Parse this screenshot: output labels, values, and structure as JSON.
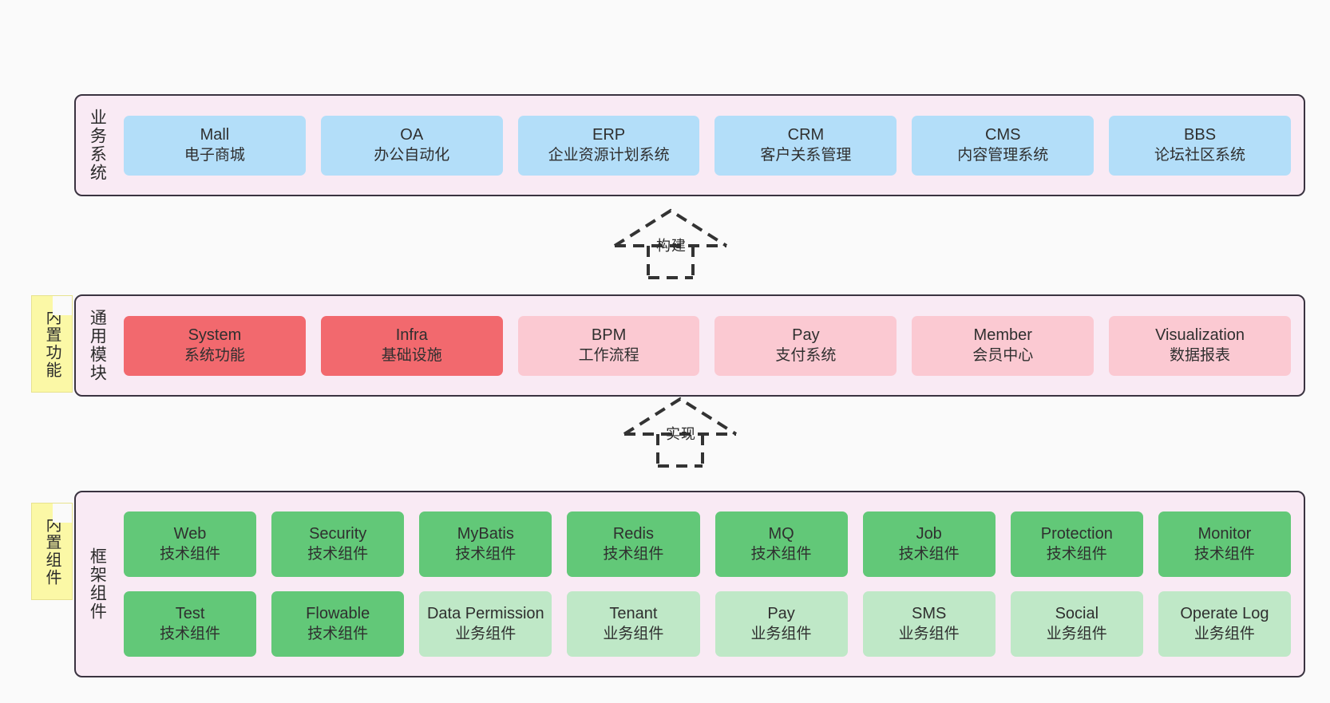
{
  "sections": [
    {
      "key": "business",
      "title": "业务系统",
      "rows": [
        {
          "cells": [
            {
              "name": "Mall",
              "sub": "电子商城",
              "color": "#b3def9"
            },
            {
              "name": "OA",
              "sub": "办公自动化",
              "color": "#b3def9"
            },
            {
              "name": "ERP",
              "sub": "企业资源计划系统",
              "color": "#b3def9"
            },
            {
              "name": "CRM",
              "sub": "客户关系管理",
              "color": "#b3def9"
            },
            {
              "name": "CMS",
              "sub": "内容管理系统",
              "color": "#b3def9"
            },
            {
              "name": "BBS",
              "sub": "论坛社区系统",
              "color": "#b3def9"
            }
          ]
        }
      ]
    },
    {
      "key": "common",
      "title": "通用模块",
      "note": "内置功能",
      "rows": [
        {
          "cells": [
            {
              "name": "System",
              "sub": "系统功能",
              "color": "#f2696e"
            },
            {
              "name": "Infra",
              "sub": "基础设施",
              "color": "#f2696e"
            },
            {
              "name": "BPM",
              "sub": "工作流程",
              "color": "#fbc9d2"
            },
            {
              "name": "Pay",
              "sub": "支付系统",
              "color": "#fbc9d2"
            },
            {
              "name": "Member",
              "sub": "会员中心",
              "color": "#fbc9d2"
            },
            {
              "name": "Visualization",
              "sub": "数据报表",
              "color": "#fbc9d2"
            }
          ]
        }
      ]
    },
    {
      "key": "framework",
      "title": "框架组件",
      "note": "内置组件",
      "rows": [
        {
          "cells": [
            {
              "name": "Web",
              "sub": "技术组件",
              "color": "#62c878"
            },
            {
              "name": "Security",
              "sub": "技术组件",
              "color": "#62c878"
            },
            {
              "name": "MyBatis",
              "sub": "技术组件",
              "color": "#62c878"
            },
            {
              "name": "Redis",
              "sub": "技术组件",
              "color": "#62c878"
            },
            {
              "name": "MQ",
              "sub": "技术组件",
              "color": "#62c878"
            },
            {
              "name": "Job",
              "sub": "技术组件",
              "color": "#62c878"
            },
            {
              "name": "Protection",
              "sub": "技术组件",
              "color": "#62c878"
            },
            {
              "name": "Monitor",
              "sub": "技术组件",
              "color": "#62c878"
            }
          ]
        },
        {
          "cells": [
            {
              "name": "Test",
              "sub": "技术组件",
              "color": "#62c878"
            },
            {
              "name": "Flowable",
              "sub": "技术组件",
              "color": "#62c878"
            },
            {
              "name": "Data Permission",
              "sub": "业务组件",
              "color": "#bfe8c7"
            },
            {
              "name": "Tenant",
              "sub": "业务组件",
              "color": "#bfe8c7"
            },
            {
              "name": "Pay",
              "sub": "业务组件",
              "color": "#bfe8c7"
            },
            {
              "name": "SMS",
              "sub": "业务组件",
              "color": "#bfe8c7"
            },
            {
              "name": "Social",
              "sub": "业务组件",
              "color": "#bfe8c7"
            },
            {
              "name": "Operate Log",
              "sub": "业务组件",
              "color": "#bfe8c7"
            }
          ]
        }
      ]
    }
  ],
  "arrows": [
    {
      "key": "build",
      "label": "构建"
    },
    {
      "key": "impl",
      "label": "实现"
    }
  ],
  "colors": {
    "canvas": "#fafafa",
    "section_fill": "#f9eaf4",
    "section_border": "#3a3340",
    "note_fill": "#fbf8a6",
    "note_fold": "#cfcfcf",
    "arrow_stroke": "#333333",
    "blue": "#b3def9",
    "red": "#f2696e",
    "pink": "#fbc9d2",
    "green": "#62c878",
    "light_green": "#bfe8c7"
  }
}
